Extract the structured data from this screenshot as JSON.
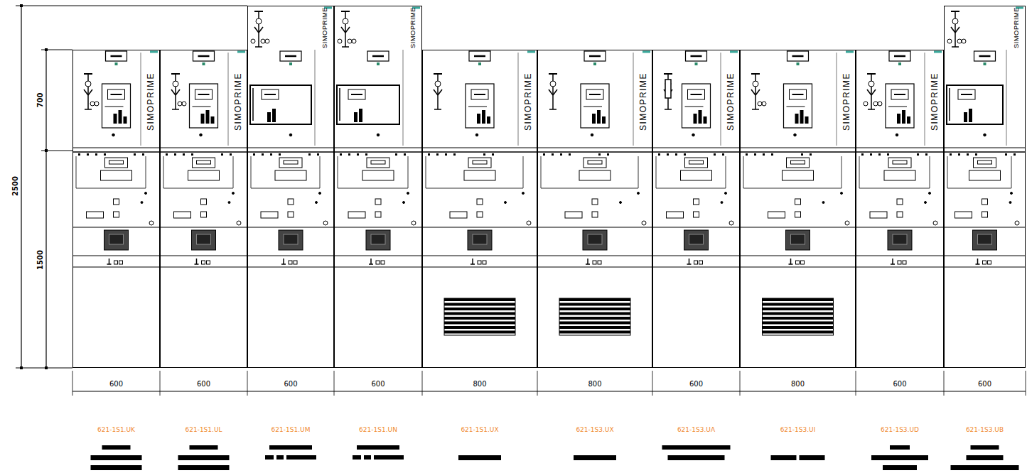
{
  "diagram": {
    "nodes": [
      {
        "text": [
          "SIMOPRIME"
        ]
      },
      {
        "text": [
          "SIMOPRIME"
        ]
      },
      {
        "text": [
          "SIMOPRIME"
        ]
      },
      {
        "text": [
          "SIMOPRIME"
        ]
      },
      {
        "text": [
          "SIMOPRIME"
        ]
      },
      {
        "text": [
          "SIMOPRIME"
        ]
      },
      {
        "text": [
          "SIMOPRIME"
        ]
      },
      {
        "text": [
          "SIMOPRIME"
        ]
      },
      {
        "text": [
          "SIMOPRIME"
        ]
      },
      {
        "text": [
          "SIMOPRIME"
        ]
      }
    ],
    "labels": [
      "2500",
      "700",
      "1500",
      "600",
      "600",
      "600",
      "600",
      "800",
      "800",
      "600",
      "800",
      "600",
      "600",
      "621-1S1.UK",
      "621-1S1.UL",
      "621-1S1.UM",
      "621-1S1.UN",
      "621-1S1.UX",
      "621-1S3.UX",
      "621-1S3.UA",
      "621-1S3.UI",
      "621-1S3.UD",
      "621-1S3.UB"
    ]
  }
}
